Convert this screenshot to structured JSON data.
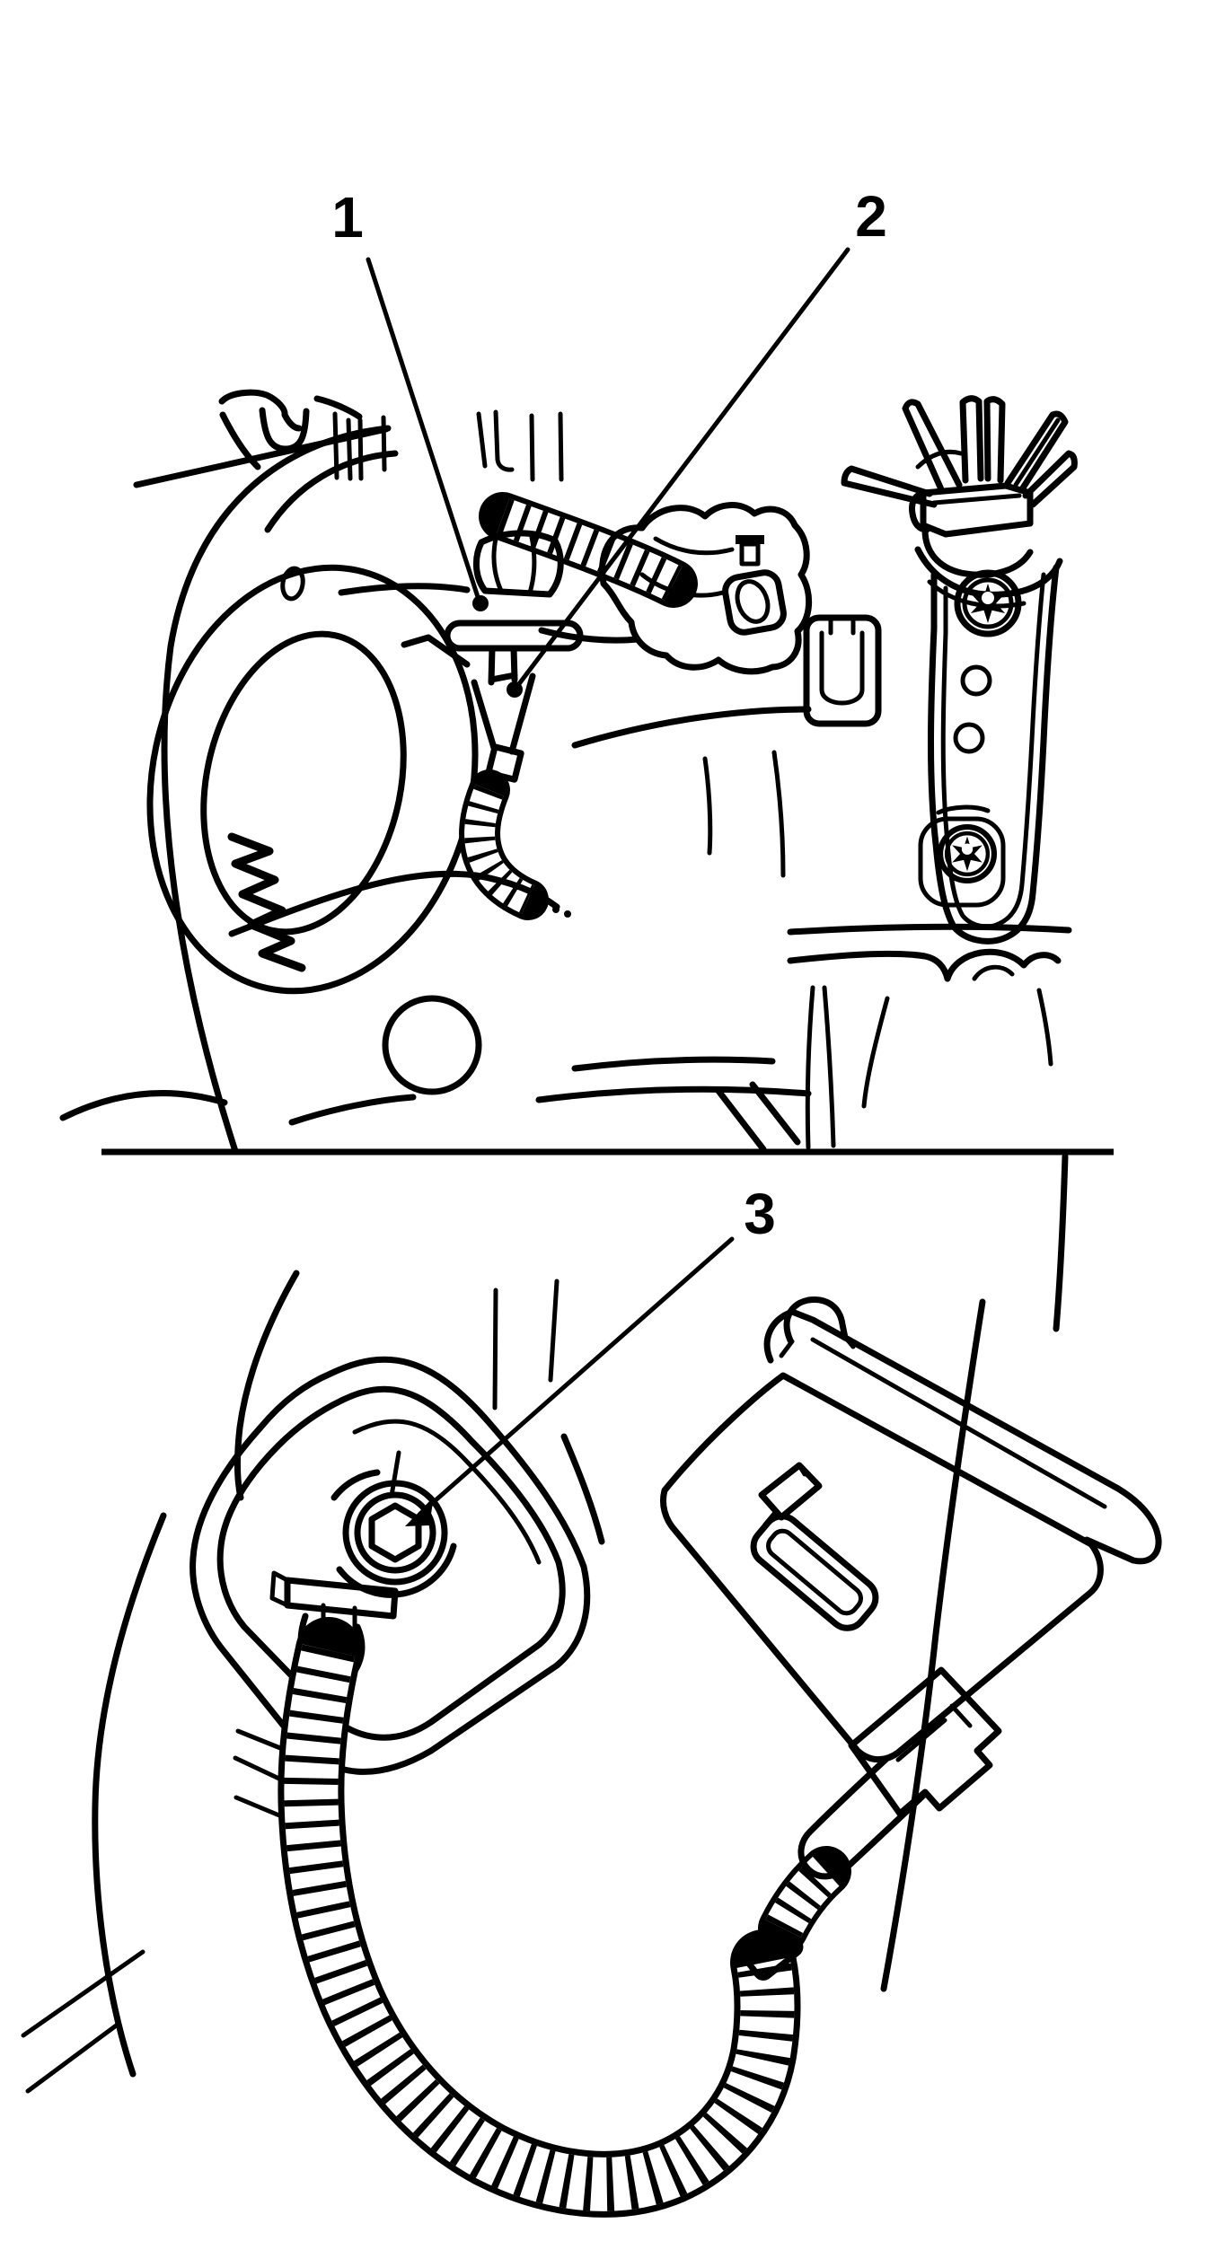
{
  "illustration": {
    "background_color": "#ffffff",
    "line_color": "#000000",
    "divider": {
      "present": true
    },
    "panels": [
      {
        "name": "upper diagram",
        "callouts": [
          {
            "number": "1"
          },
          {
            "number": "2"
          }
        ]
      },
      {
        "name": "lower diagram",
        "callouts": [
          {
            "number": "3"
          }
        ]
      }
    ]
  }
}
